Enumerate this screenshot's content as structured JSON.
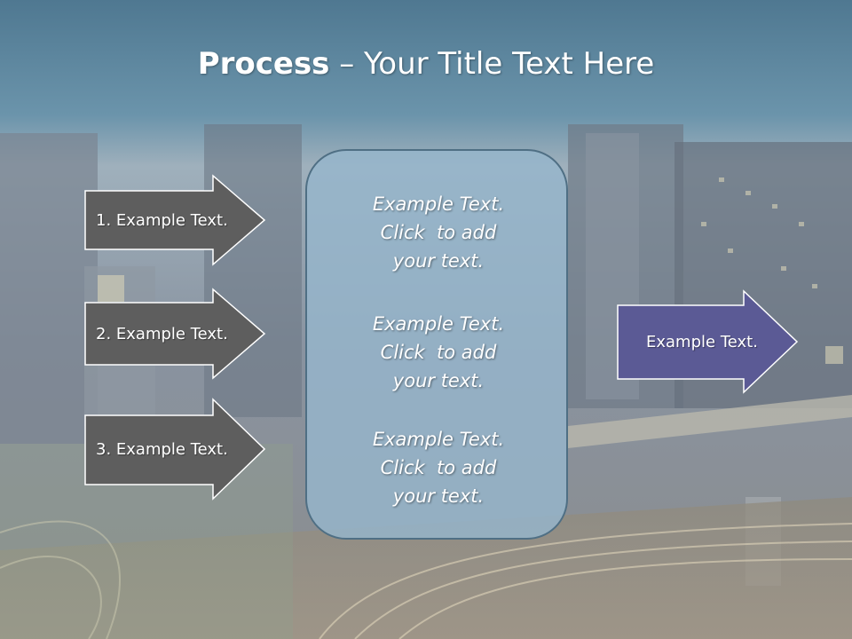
{
  "title": {
    "bold": "Process",
    "rest": " – Your Title Text Here"
  },
  "left_arrows": [
    {
      "label": "1. Example Text."
    },
    {
      "label": "2. Example Text."
    },
    {
      "label": "3. Example Text."
    }
  ],
  "center_box": {
    "blocks": [
      {
        "lines": [
          "Example Text.",
          "Click  to add",
          "your text."
        ]
      },
      {
        "lines": [
          "Example Text.",
          "Click  to add",
          "your text."
        ]
      },
      {
        "lines": [
          "Example Text.",
          "Click  to add",
          "your text."
        ]
      }
    ]
  },
  "right_arrow": {
    "label": "Example Text."
  },
  "colors": {
    "title_band": "#5f889f",
    "left_arrow_fill": "#5e5e5e",
    "center_box_fill": "#96b6cc",
    "right_arrow_fill": "#5b5a95"
  }
}
